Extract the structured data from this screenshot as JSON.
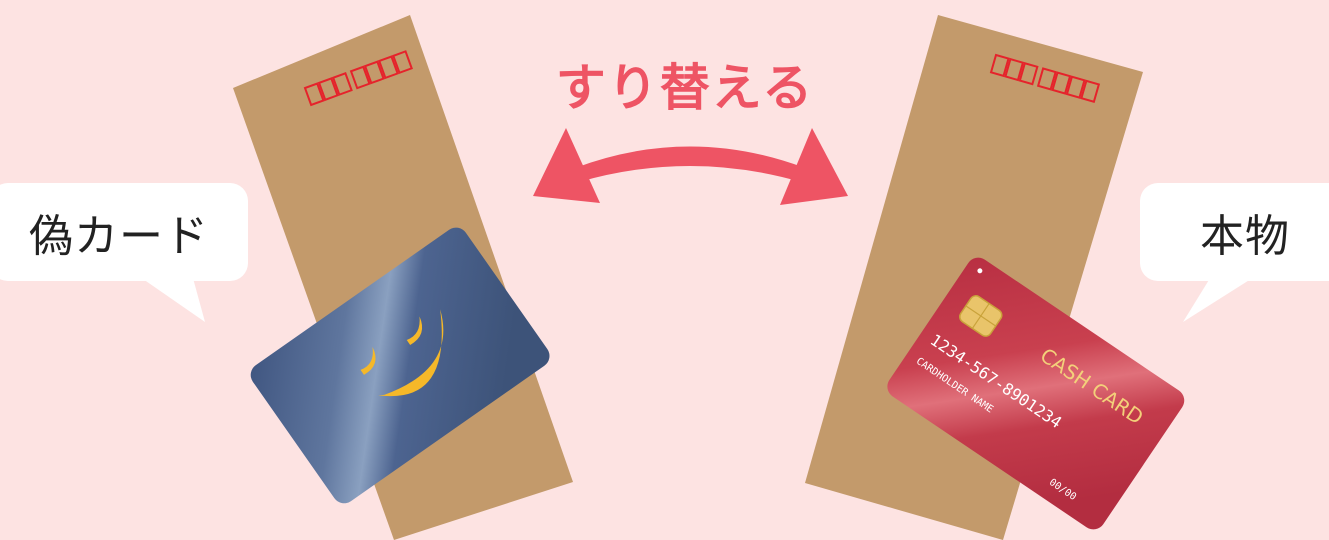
{
  "title": "すり替える",
  "left_bubble": {
    "label": "偽カード"
  },
  "right_bubble": {
    "label": "本物"
  },
  "real_card": {
    "brand": "CASH CARD",
    "number": "1234-567-8901234",
    "holder": "CARDHOLDER NAME",
    "expiry": "00/00"
  },
  "colors": {
    "background": "#fde3e2",
    "arrow": "#ee5464",
    "envelope": "#c39a6b",
    "stamp_box": "#e5232b",
    "fake_card": "#4a5f86",
    "fake_card_smile": "#f5b829",
    "real_card": "#c0394a",
    "real_card_text": "#f3d07a"
  },
  "icons": {
    "arrow": "double-headed-arrow-icon",
    "smile": "smile-face-icon",
    "chip": "ic-chip-icon"
  }
}
